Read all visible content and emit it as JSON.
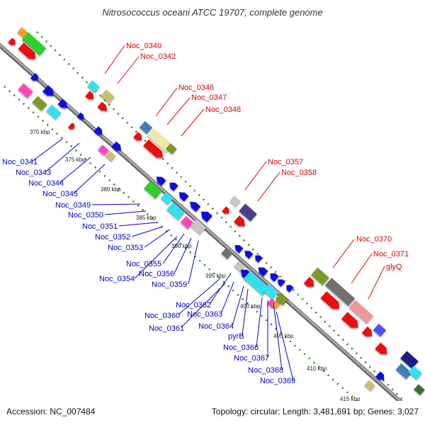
{
  "title": "Nitrosococcus oceani ATCC 19707, complete genome",
  "footer": {
    "accession": "Accession: NC_007484",
    "topology": "Topology: circular; Length: 3,481,691 bp; Genes: 3,027"
  },
  "colors": {
    "upper_label": "#e00000",
    "lower_label": "#0000cc",
    "backbone": "#8c8c8c",
    "tick": "#2f7d1e"
  },
  "kbp_labels": [
    "370 kbp",
    "375 kbp",
    "380 kbp",
    "385 kbp",
    "390 kbp",
    "395 kbp",
    "400 kbp",
    "405 kbp",
    "410 kbp",
    "415 kbp"
  ],
  "upper_labels": [
    "Noc_0340",
    "Noc_0342",
    "Noc_0346",
    "Noc_0347",
    "Noc_0348",
    "Noc_0357",
    "Noc_0358",
    "Noc_0370",
    "Noc_0371",
    "glyQ"
  ],
  "lower_labels": [
    "Noc_0341",
    "Noc_0343",
    "Noc_0344",
    "Noc_0345",
    "Noc_0349",
    "Noc_0350",
    "Noc_0351",
    "Noc_0352",
    "Noc_0353",
    "Noc_0354",
    "Noc_0355",
    "Noc_0356",
    "Noc_0359",
    "Noc_0362",
    "Noc_0360",
    "Noc_0363",
    "Noc_0361",
    "Noc_0364",
    "pyrB",
    "Noc_0366",
    "Noc_0367",
    "Noc_0368",
    "Noc_0369"
  ]
}
